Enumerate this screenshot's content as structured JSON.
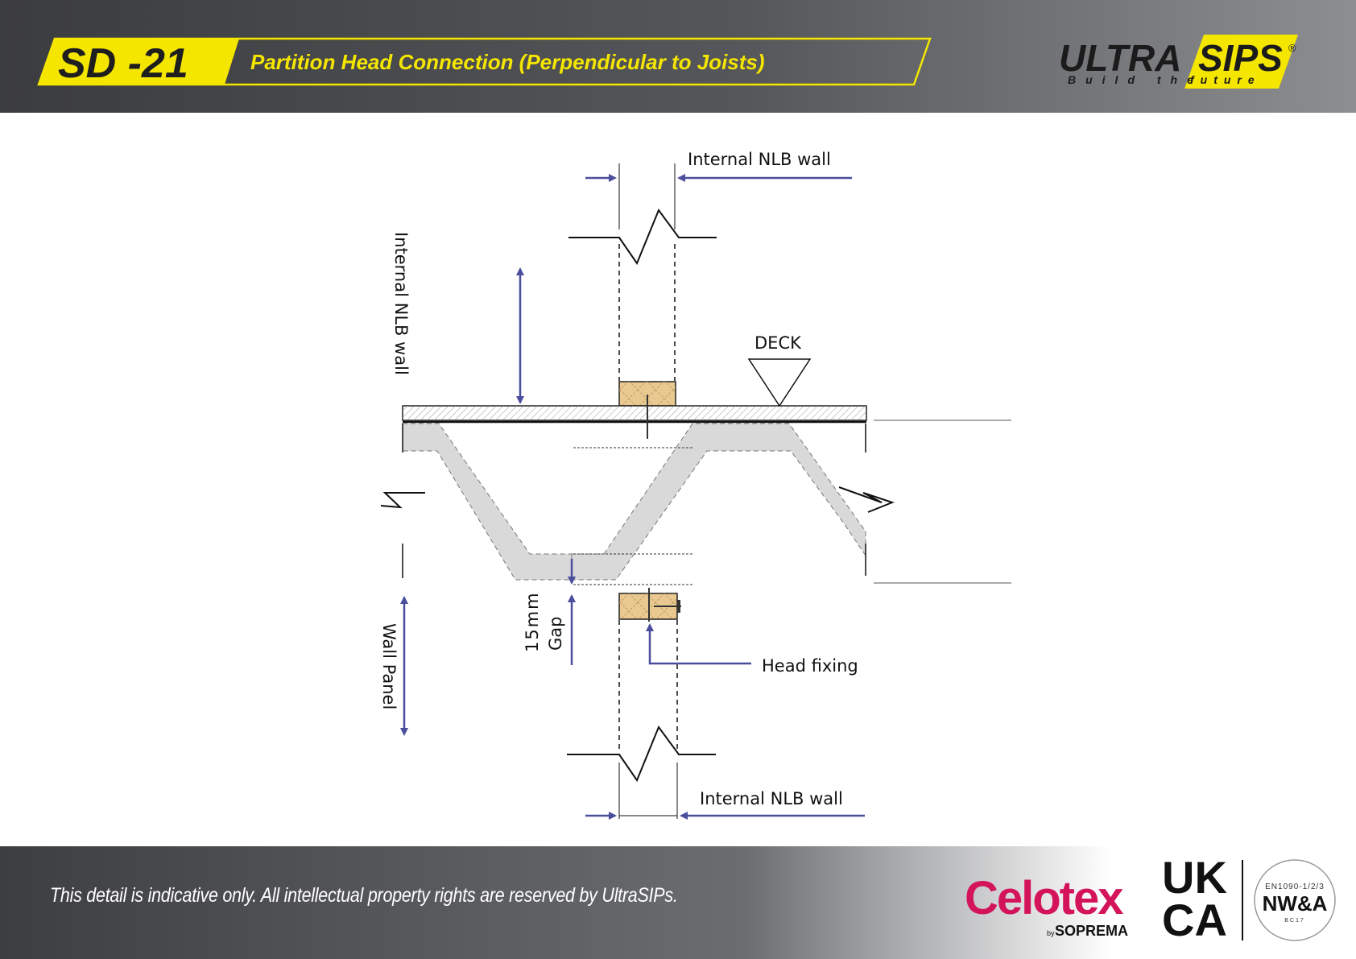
{
  "header": {
    "code": "SD -21",
    "title": "Partition Head Connection (Perpendicular to Joists)",
    "brand_left": "ULTRA",
    "brand_right": "SIPS",
    "brand_mark": "®",
    "tagline_left": "Build the",
    "tagline_right": "future"
  },
  "diagram": {
    "label_top_wall": "Internal NLB wall",
    "label_bottom_wall": "Internal NLB wall",
    "label_left_wall": "Internal NLB wall",
    "label_deck": "DECK",
    "label_wall_panel": "Wall Panel",
    "label_gap_line1": "15mm",
    "label_gap_line2": "Gap",
    "label_head_fixing": "Head fixing"
  },
  "footer": {
    "disclaimer": "This detail is indicative only. All intellectual property rights are reserved by UltraSIPs.",
    "celotex": "Celotex",
    "celotex_by": "by",
    "soprema": "SOPREMA",
    "ukca_line1": "UK",
    "ukca_line2": "CA",
    "nwa_top": "EN1090-1/2/3",
    "nwa_main": "NW&A",
    "nwa_bottom": "BC17"
  },
  "colors": {
    "accent_yellow": "#f5e600",
    "arrow_blue": "#4a4e9c",
    "celotex_pink": "#d4145a",
    "timber": "#e9c98f",
    "deck_fill": "#d9d9d9"
  }
}
